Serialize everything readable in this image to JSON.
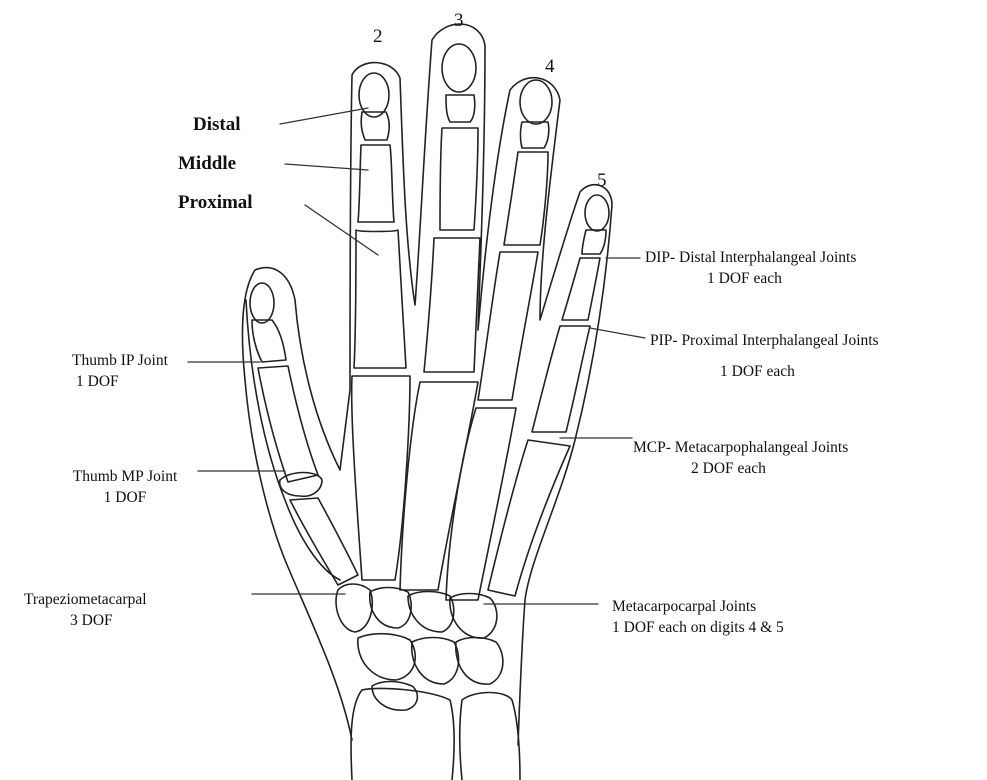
{
  "finger_numbers": {
    "digit2": "2",
    "digit3": "3",
    "digit4": "4",
    "digit5": "5"
  },
  "phalanges": {
    "distal": "Distal",
    "middle": "Middle",
    "proximal": "Proximal"
  },
  "labels": {
    "dip": {
      "line1": "DIP- Distal Interphalangeal  Joints",
      "line2": "1 DOF each"
    },
    "pip": {
      "line1": "PIP- Proximal Interphalangeal Joints",
      "line2": "1 DOF each"
    },
    "mcp": {
      "line1": "MCP- Metacarpophalangeal Joints",
      "line2": "2 DOF each"
    },
    "metacarpocarpal": {
      "line1": "Metacarpocarpal Joints",
      "line2": "1 DOF each on digits 4 & 5"
    },
    "thumb_ip": {
      "line1": "Thumb IP Joint",
      "line2": "1 DOF"
    },
    "thumb_mp": {
      "line1": "Thumb MP Joint",
      "line2": "1 DOF"
    },
    "trapeziometacarpal": {
      "line1": "Trapeziometacarpal",
      "line2": "3 DOF"
    }
  }
}
